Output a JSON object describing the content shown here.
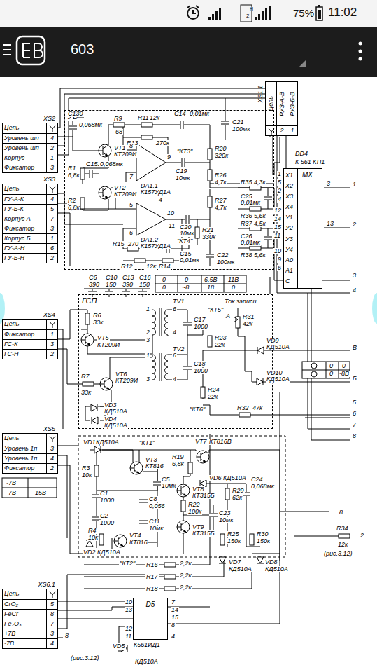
{
  "diagram": {
    "nodes": [
      {
        "text": [
          "XS1.1",
          "Цепь",
          "РУЗ-А-В",
          "2",
          "РУЗ-Б-В",
          "1"
        ]
      },
      {
        "text": [
          "XS2",
          "Цепь",
          "Уровень шп",
          "4",
          "Уровень шп",
          "2",
          "Корпус",
          "1",
          "Фиксатор",
          "3"
        ]
      },
      {
        "text": [
          "УВ"
        ]
      },
      {
        "text": [
          "DD4",
          "К 561 КП1",
          "MX",
          "X1",
          "X2",
          "X3",
          "X4",
          "У1",
          "У2",
          "У3",
          "У4",
          "A0",
          "A1",
          "C"
        ]
      },
      {
        "text": [
          "XS3",
          "Цепь",
          "ГУ-А-К",
          "4",
          "ГУ-Б-К",
          "5",
          "Корпус А",
          "7",
          "Фиксатор",
          "3",
          "Корпус Б",
          "1",
          "ГУ-А-Н",
          "6",
          "ГУ-Б-Н",
          "2"
        ]
      },
      {
        "text": [
          "ГСП"
        ]
      },
      {
        "text": [
          "XS4",
          "Цепь",
          "Фиксатор",
          "1",
          "ГС-К",
          "3",
          "ГС-Н",
          "2"
        ]
      },
      {
        "text": [
          "XS5",
          "Цепь",
          "Уровень 1п",
          "3",
          "Уровень 1п",
          "4",
          "Фиксатор",
          "2"
        ]
      },
      {
        "text": [
          "XS6.1",
          "Цепь",
          "CrO₂",
          "5",
          "FeCr",
          "8",
          "Fe₂O₃",
          "7",
          "+7В",
          "3",
          "-7В",
          "4"
        ]
      },
      {
        "text": [
          "D5",
          "К561ИД1"
        ]
      }
    ],
    "edges": [
      {
        "from": 0,
        "to": 3,
        "arrow": "none"
      },
      {
        "from": 8,
        "to": 9,
        "arrow": "none"
      }
    ],
    "labels": [
      "H",
      "2",
      "75%",
      "11:02",
      "603",
      "C130",
      "0,068мк",
      "R9",
      "68",
      "R11",
      "12к",
      "C14",
      "0,01мк",
      "R13",
      "270к",
      "C21",
      "100мк",
      "R1",
      "6,8к",
      "VT1",
      "КТ209И",
      "\"КТ3\"",
      "R20",
      "320к",
      "C19",
      "10мк",
      "DA1.1",
      "К157УД1А",
      "R26",
      "4,7к",
      "C151",
      "0,068мк",
      "R2",
      "6,8к",
      "VT2",
      "КТ209И",
      "DA1.2",
      "К157УД1А",
      "C20",
      "10мк",
      "R27",
      "4,7к",
      "\"КТ4\"",
      "R21",
      "330к",
      "C22",
      "100мк",
      "R15",
      "270",
      "R14",
      "C15",
      "0,01мк",
      "R12",
      "12к",
      "8",
      "9",
      "7",
      "5",
      "6",
      "10",
      "11",
      "4",
      "R35",
      "4,3к",
      "C25",
      "0,01мк",
      "R36",
      "5,6к",
      "R37",
      "4,5к",
      "C26",
      "0,01мк",
      "R38",
      "5,6к",
      "C6",
      "390",
      "C10",
      "150",
      "C13",
      "390",
      "C16",
      "150",
      "0",
      "0",
      "0",
      "~8",
      "6,5В",
      "-11В",
      "18",
      "0",
      "R6",
      "33к",
      "VT5",
      "КТ209И",
      "TV1",
      "1",
      "6",
      "2",
      "3",
      "4",
      "C17",
      "1000",
      "\"КТ5\"",
      "Ток записи",
      "А",
      "R31",
      "42к",
      "R23",
      "22к",
      "VD9",
      "КД510А",
      "VD10",
      "КД510А",
      "TV2",
      "1",
      "6",
      "3",
      "4",
      "C18",
      "1000",
      "R24",
      "22к",
      "\"КТ6\"",
      "R32",
      "47к",
      "R7",
      "33к",
      "VT6",
      "КТ209И",
      "VD3",
      "КД510А",
      "VD4",
      "КД510А",
      "3",
      "13",
      "1",
      "2",
      "3",
      "4",
      "В",
      "Б",
      "5",
      "6",
      "7",
      "8",
      "0",
      "0",
      "0",
      "-8В",
      "1",
      "5",
      "2",
      "4",
      "12",
      "14",
      "15",
      "11",
      "10",
      "9",
      "6",
      "-7В",
      "-7В",
      "-15В",
      "VD1",
      "КД510А",
      "\"КТ1\"",
      "VT7",
      "КТ816В",
      "R3",
      "10к",
      "VT3",
      "КТ816",
      "C5",
      "10мк",
      "R19",
      "6,8к",
      "VD6",
      "КД510А",
      "C1",
      "1000",
      "C2",
      "1000",
      "VT8",
      "КТ315Б",
      "R22",
      "100к",
      "R29",
      "62к",
      "C24",
      "0,068мк",
      "R4",
      "10к",
      "VT4",
      "КТ816",
      "C8",
      "0,056",
      "C11",
      "10мк",
      "C23",
      "10мк",
      "VT9",
      "КТ315Б",
      "VD2",
      "КД510А",
      "R25",
      "150к",
      "R30",
      "150к",
      "VD7",
      "КД510А",
      "VD8",
      "КД510А",
      "\"КТ2\"",
      "R16",
      "2,2к",
      "R17",
      "2,2к",
      "R18",
      "2,2к",
      "8",
      "R34",
      "2",
      "12к",
      "(рис.3.12)",
      "10",
      "13",
      "12",
      "11",
      "4",
      "7",
      "14",
      "15",
      "8",
      "VD5",
      "КД510А",
      "8",
      "(рис.3.12)"
    ]
  }
}
